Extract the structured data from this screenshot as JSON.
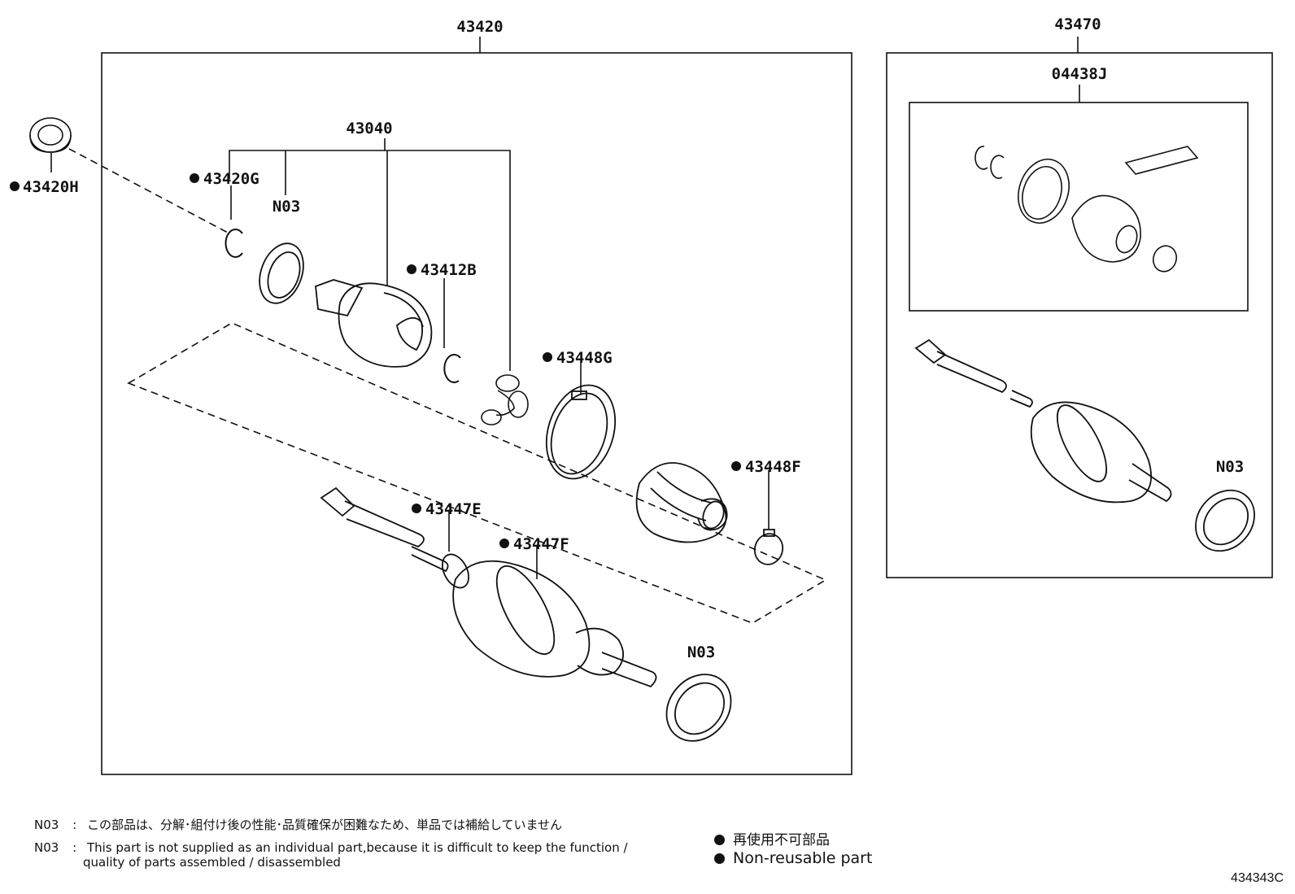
{
  "labels": {
    "assembly_main": "43420",
    "assembly_right": "43470",
    "kit_right": "04438J",
    "inboard_joint": "43040",
    "bearing_outer": "43420H",
    "snap_ring_g": "43420G",
    "n03_top": "N03",
    "snap_ring_b": "43412B",
    "clamp_g": "43448G",
    "clamp_f": "43448F",
    "clamp_e": "43447E",
    "clamp_f2": "43447F",
    "n03_bottom": "N03",
    "n03_right": "N03"
  },
  "notes": {
    "code_jp": "N03",
    "sep_jp": ":",
    "text_jp": "この部品は、分解･組付け後の性能･品質確保が困難なため、単品では補給していません",
    "code_en": "N03",
    "sep_en": ":",
    "text_en_1": "This part is not supplied as an individual part,because it is difficult to keep the function /",
    "text_en_2": "quality of parts assembled / disassembled"
  },
  "legend": {
    "jp": "再使用不可部品",
    "en": "Non-reusable part"
  },
  "figure_id": "434343C",
  "colors": {
    "ink": "#111111",
    "paper": "#ffffff"
  }
}
